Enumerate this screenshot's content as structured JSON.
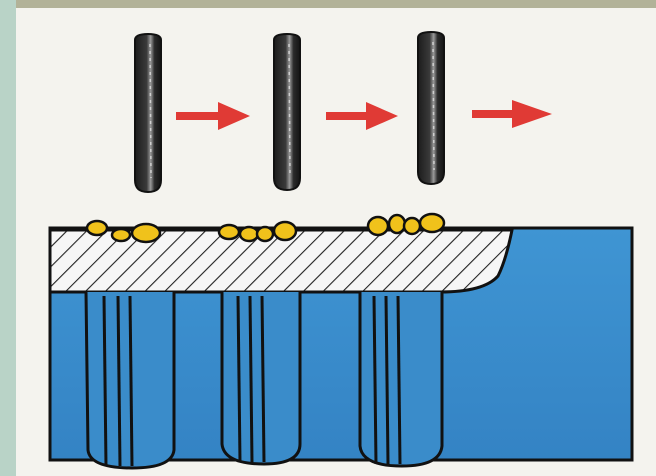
{
  "colors": {
    "frame_left": "#b9d3c7",
    "frame_top": "#b2b298",
    "paper": "#f4f3ee",
    "probe": "#2a2a2a",
    "probe_highlight": "#bfbfbf",
    "arrow": "#e03a35",
    "particle": "#f0c21b",
    "coating_fill": "#f6f6f6",
    "hatch": "#222222",
    "substrate": "#3b8ecd",
    "substrate_shadow": "#2d77b5",
    "outline": "#111111"
  },
  "icons": {
    "probe": "electrode-rod-icon",
    "arrow": "right-arrow-icon",
    "particle": "droplet-icon"
  },
  "diagram": {
    "probes": [
      {
        "id": "probe-1"
      },
      {
        "id": "probe-2"
      },
      {
        "id": "probe-3"
      }
    ],
    "arrows": [
      {
        "id": "arrow-1"
      },
      {
        "id": "arrow-2"
      },
      {
        "id": "arrow-3"
      }
    ],
    "deposit_groups": [
      {
        "id": "deposit-1",
        "count": 3
      },
      {
        "id": "deposit-2",
        "count": 4
      },
      {
        "id": "deposit-3",
        "count": 4
      }
    ],
    "columns": [
      {
        "id": "column-1"
      },
      {
        "id": "column-2"
      },
      {
        "id": "column-3"
      }
    ]
  }
}
